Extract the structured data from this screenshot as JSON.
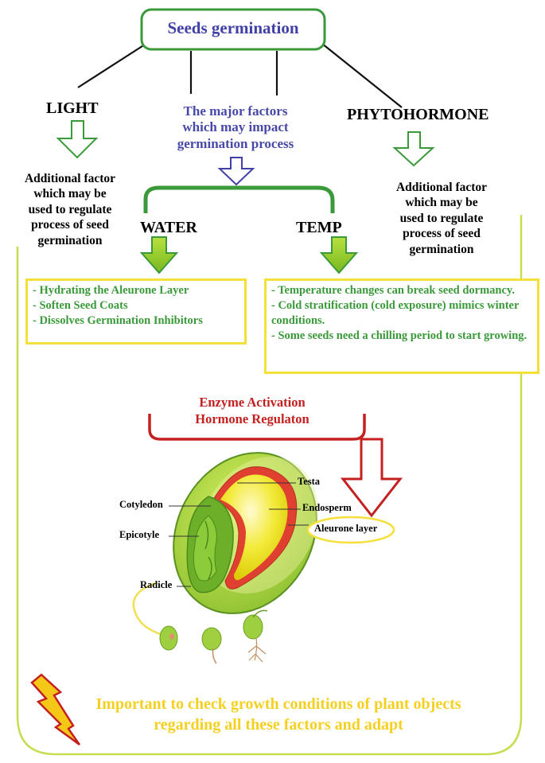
{
  "title": "Seeds germination",
  "factors": {
    "light": "LIGHT",
    "phytohormone": "PHYTOHORMONE",
    "water": "WATER",
    "temp": "TEMP"
  },
  "center_note": [
    "The major factors",
    "which may impact",
    "germination process"
  ],
  "light_note": [
    "Additional factor",
    "which may be",
    "used to regulate",
    "process of seed",
    "germination"
  ],
  "phyto_note": [
    "Additional factor",
    "which may be",
    "used to regulate",
    "process of seed",
    "germination"
  ],
  "water_items": [
    "- Hydrating the Aleurone Layer",
    "- Soften Seed Coats",
    "- Dissolves Germination Inhibitors"
  ],
  "temp_items": [
    "- Temperature changes can break seed dormancy.",
    "- Cold stratification (cold exposure) mimics winter conditions.",
    "- Some seeds need a chilling period to start growing."
  ],
  "enzyme": [
    "Enzyme Activation",
    "Hormone Regulaton"
  ],
  "seed_parts": {
    "testa": "Testa",
    "endosperm": "Endosperm",
    "aleurone": "Aleurone layer",
    "cotyledon": "Cotyledon",
    "epicotyle": "Epicotyle",
    "radicle": "Radicle"
  },
  "bottom_note": [
    "Important to check growth conditions of plant objects",
    "regarding all these factors and adapt"
  ],
  "colors": {
    "green": "#3a9a3a",
    "yellow": "#f5e03a",
    "red": "#c42020",
    "blue": "#4040a8",
    "loop": "#c8dc50"
  }
}
